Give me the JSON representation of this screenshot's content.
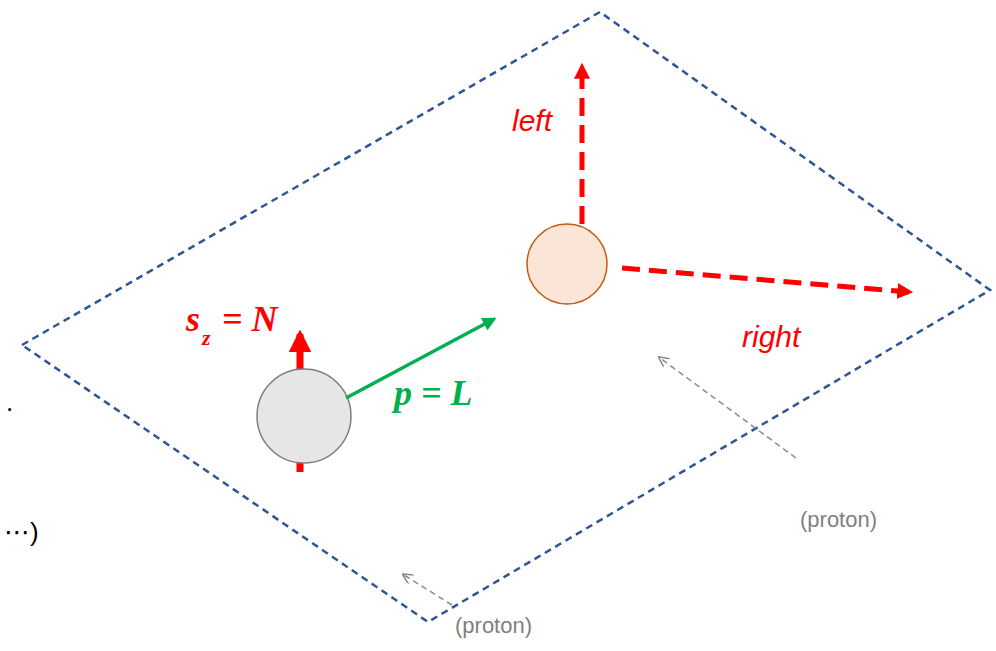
{
  "diagram": {
    "labels": [
      "s",
      "z",
      "= N",
      "p = L",
      "left",
      "right",
      "(proton)",
      "(proton)",
      ".",
      "⋯)"
    ]
  }
}
